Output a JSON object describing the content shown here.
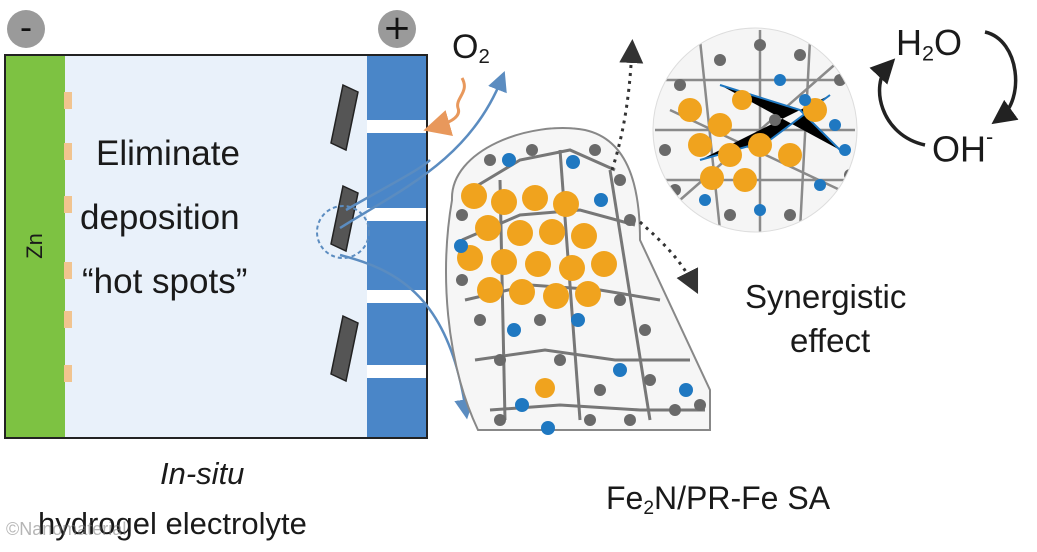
{
  "terminals": {
    "negative": "-",
    "positive": "+"
  },
  "anode_label": "Zn",
  "cell_text": {
    "line1": "Eliminate",
    "line2": "deposition",
    "line3": "“hot spots”"
  },
  "electrolyte_caption": {
    "line1": "In-situ",
    "line2": "hydrogel electrolyte"
  },
  "oxygen": {
    "base": "O",
    "sub": "2"
  },
  "water": {
    "a": "H",
    "sub": "2",
    "b": "O"
  },
  "hydroxide": {
    "base": "OH",
    "sup": "-"
  },
  "synergy": {
    "line1": "Synergistic",
    "line2": "effect"
  },
  "catalyst": {
    "a": "Fe",
    "sub": "2",
    "b": "N/PR-Fe SA"
  },
  "watermark": "©Nanomaterial",
  "colors": {
    "zinc": "#7dc242",
    "cell_bg": "#e9f1fa",
    "cathode": "#4a86c8",
    "fe_atom": "#f0a31e",
    "n_atom": "#1f78c1",
    "c_atom": "#6a6a6a",
    "o2_arrow": "#e8985c",
    "flow_arrow": "#5b8cc0"
  },
  "icons": [
    "terminal-minus-icon",
    "terminal-plus-icon",
    "catalyst-sheet-icon",
    "carbon-nanotube-icon",
    "reaction-cycle-icon"
  ]
}
